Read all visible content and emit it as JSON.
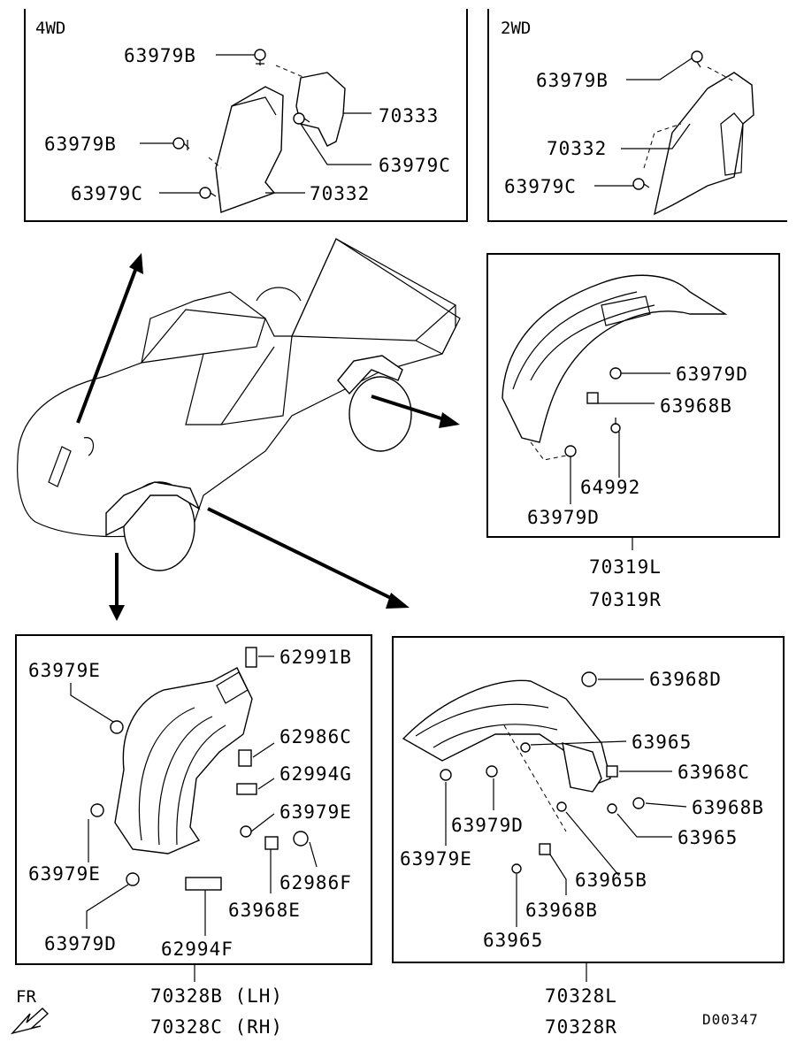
{
  "panels": {
    "top_left": {
      "title": "4WD",
      "labels": [
        "63979B",
        "70333",
        "63979B",
        "63979C",
        "63979C",
        "70332"
      ]
    },
    "top_right": {
      "title": "2WD",
      "labels": [
        "63979B",
        "70332",
        "63979C"
      ]
    },
    "mid_right": {
      "labels": [
        "63979D",
        "63968B",
        "64992",
        "63979D"
      ],
      "assembly": [
        "70319L",
        "70319R"
      ]
    },
    "bottom_left": {
      "labels": [
        "62991B",
        "63979E",
        "62986C",
        "62994G",
        "63979E",
        "63979E",
        "62986F",
        "63968E",
        "63979D",
        "62994F"
      ],
      "assembly": [
        "70328B (LH)",
        "70328C (RH)"
      ]
    },
    "bottom_right": {
      "labels": [
        "63968D",
        "63965",
        "63968C",
        "63968B",
        "63979D",
        "63965",
        "63979E",
        "63965B",
        "63968B",
        "63965"
      ],
      "assembly": [
        "70328L",
        "70328R"
      ]
    }
  },
  "footer": {
    "direction": "FR",
    "drawing_code": "D00347"
  }
}
